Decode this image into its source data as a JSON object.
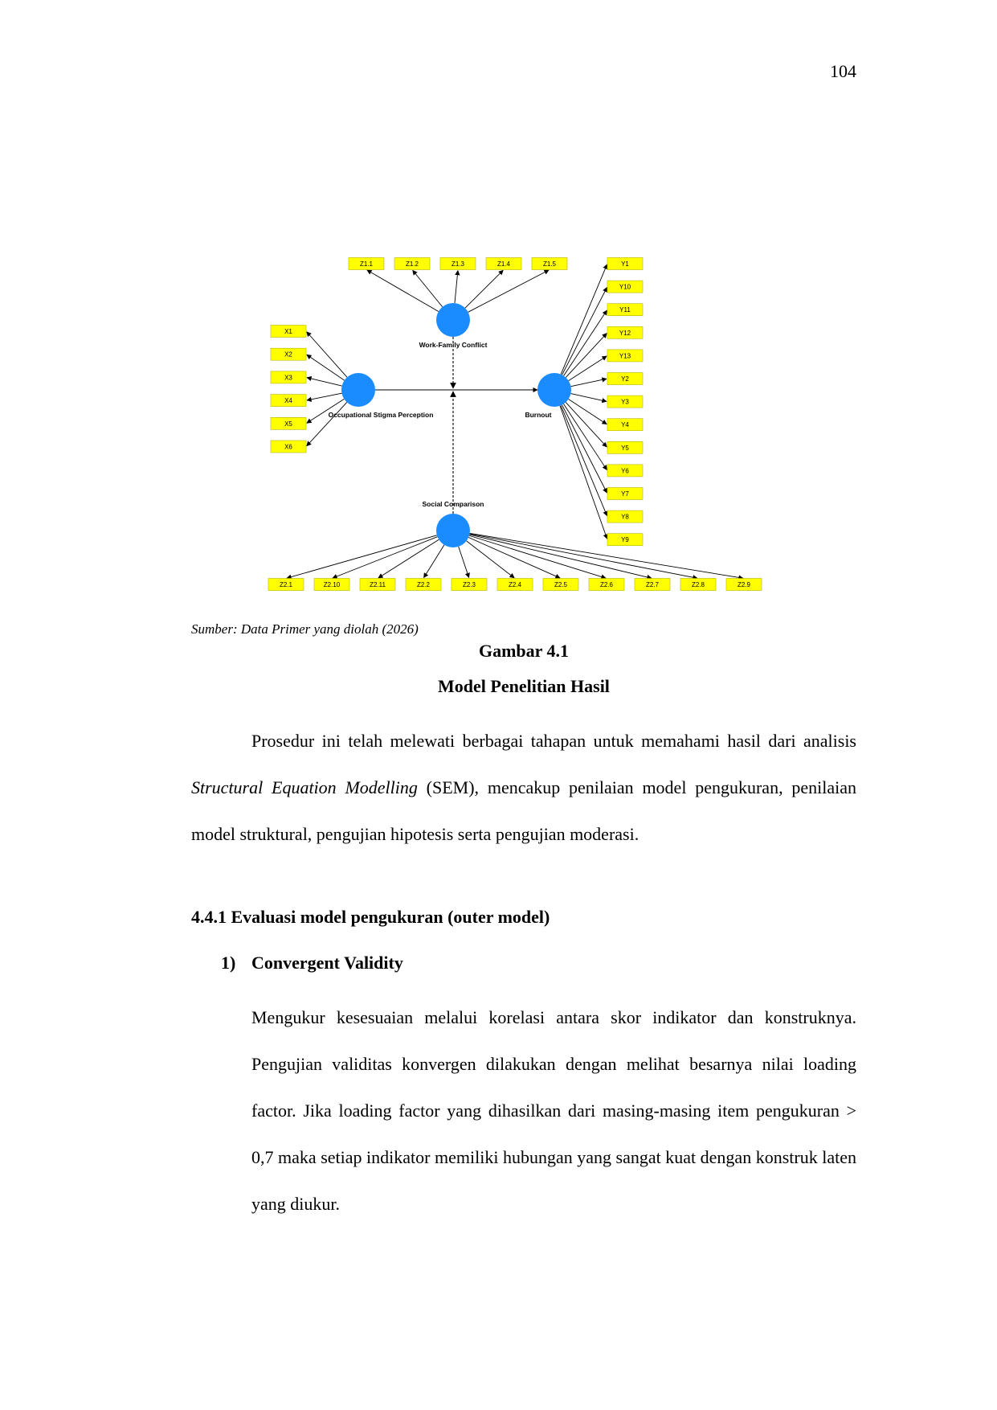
{
  "page": {
    "number": "104"
  },
  "figure": {
    "constructs": {
      "work_family_conflict": "Work-Family Conflict",
      "occupational_stigma": "Occupational Stigma Perception",
      "burnout": "Burnout",
      "social_comparison": "Social Comparison"
    },
    "indicators_z1": [
      "Z1.1",
      "Z1.2",
      "Z1.3",
      "Z1.4",
      "Z1.5"
    ],
    "indicators_x": [
      "X1",
      "X2",
      "X3",
      "X4",
      "X5",
      "X6"
    ],
    "indicators_y": [
      "Y1",
      "Y10",
      "Y11",
      "Y12",
      "Y13",
      "Y2",
      "Y3",
      "Y4",
      "Y5",
      "Y6",
      "Y7",
      "Y8",
      "Y9"
    ],
    "indicators_z2": [
      "Z2.1",
      "Z2.10",
      "Z2.11",
      "Z2.2",
      "Z2.3",
      "Z2.4",
      "Z2.5",
      "Z2.6",
      "Z2.7",
      "Z2.8",
      "Z2.9"
    ],
    "colors": {
      "construct": "#1a8cff",
      "indicator": "#ffff00"
    },
    "source": "Sumber: Data Primer yang diolah (2026)",
    "caption_number": "Gambar 4.1",
    "caption_title": "Model Penelitian Hasil"
  },
  "paragraph1": {
    "before_italic": "Prosedur ini telah melewati berbagai tahapan untuk memahami hasil dari analisis ",
    "italic": "Structural Equation Modelling",
    "after_italic": " (SEM), mencakup penilaian model pengukuran, penilaian model struktural, pengujian hipotesis serta pengujian moderasi."
  },
  "section_heading": "4.4.1 Evaluasi model pengukuran (outer model)",
  "subheading": {
    "number": "1)",
    "title": "Convergent Validity"
  },
  "paragraph2": "Mengukur kesesuaian melalui korelasi antara skor indikator dan konstruknya. Pengujian validitas konvergen dilakukan dengan melihat besarnya nilai loading factor. Jika loading factor yang dihasilkan dari masing-masing item pengukuran > 0,7 maka setiap indikator memiliki hubungan yang sangat kuat dengan konstruk laten yang diukur."
}
